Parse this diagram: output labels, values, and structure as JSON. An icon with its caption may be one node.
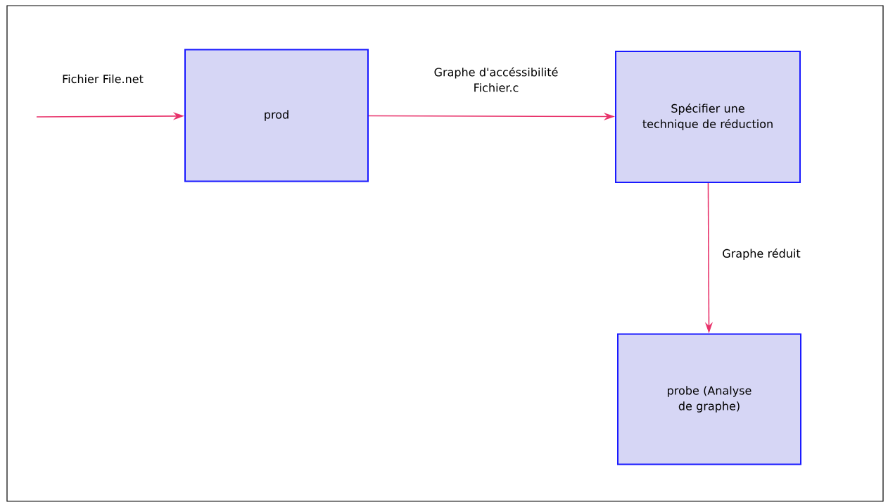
{
  "diagram": {
    "nodes": [
      {
        "text": [
          "prod"
        ]
      },
      {
        "text": [
          "Spécifier une technique de réduction"
        ]
      },
      {
        "text": [
          "probe (Analyse de graphe)"
        ]
      }
    ],
    "edges": [
      {
        "from": null,
        "to": 0,
        "arrow": "to",
        "label": "Fichier File.net"
      },
      {
        "from": 0,
        "to": 1,
        "arrow": "to",
        "label": "Graphe d'accéssibilité Fichier.c"
      },
      {
        "from": 1,
        "to": 2,
        "arrow": "to",
        "label": "Graphe réduit"
      }
    ]
  }
}
